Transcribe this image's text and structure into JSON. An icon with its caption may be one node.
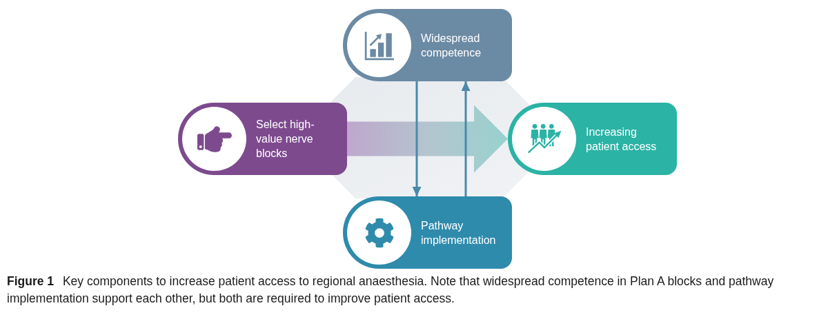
{
  "diagram": {
    "caption": "**Figure 1** Key components to increase patient access to regional anaesthesia. Note that widespread competence in Plan A blocks and pathway implementation support each other, but both are required to improve patient access.",
    "nodes": [
      {
        "text": [
          "Widespread competence"
        ]
      },
      {
        "text": [
          "Select high-value nerve blocks"
        ]
      },
      {
        "text": [
          "Increasing patient access"
        ]
      },
      {
        "text": [
          "Pathway implementation"
        ]
      }
    ],
    "edges": [
      {
        "from": 1,
        "to": 2,
        "arrow": "to",
        "style": "thick"
      },
      {
        "from": 0,
        "to": 3,
        "arrow": "to"
      },
      {
        "from": 3,
        "to": 0,
        "arrow": "to"
      }
    ]
  }
}
